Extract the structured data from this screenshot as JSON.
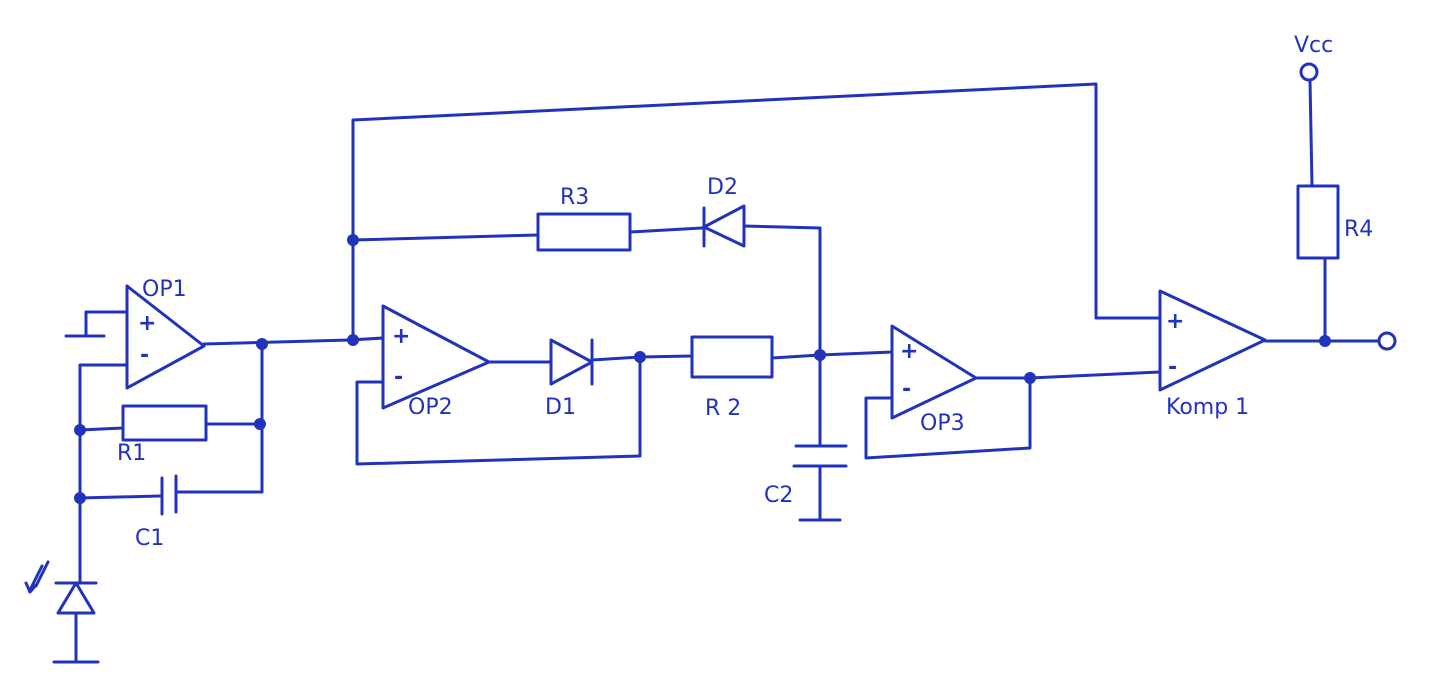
{
  "labels": {
    "op1": "OP1",
    "op2": "OP2",
    "op3": "OP3",
    "komp1": "Komp 1",
    "r1": "R1",
    "r2": "R 2",
    "r3": "R3",
    "r4": "R4",
    "c1": "C1",
    "c2": "C2",
    "d1": "D1",
    "d2": "D2",
    "vcc": "Vcc"
  },
  "pins": {
    "plus": "+",
    "minus": "-"
  },
  "colors": {
    "ink": "#2233bb",
    "background": "#ffffff"
  }
}
